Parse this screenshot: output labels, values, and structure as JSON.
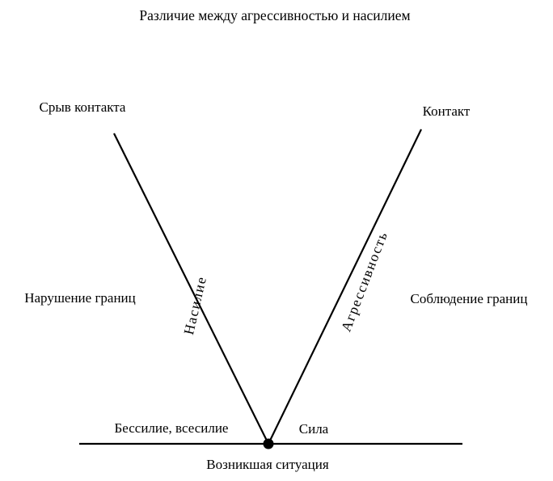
{
  "diagram": {
    "title": "Различие между агрессивностью и насилием",
    "left_top_label": "Срыв контакта",
    "right_top_label": "Контакт",
    "left_side_label": "Нарушение границ",
    "right_side_label": "Соблюдение границ",
    "left_line_label": "Насилие",
    "right_line_label": "Агрессивность",
    "bottom_left_label": "Бессилие, всесилие",
    "bottom_right_label": "Сила",
    "bottom_label": "Возникшая ситуация"
  }
}
